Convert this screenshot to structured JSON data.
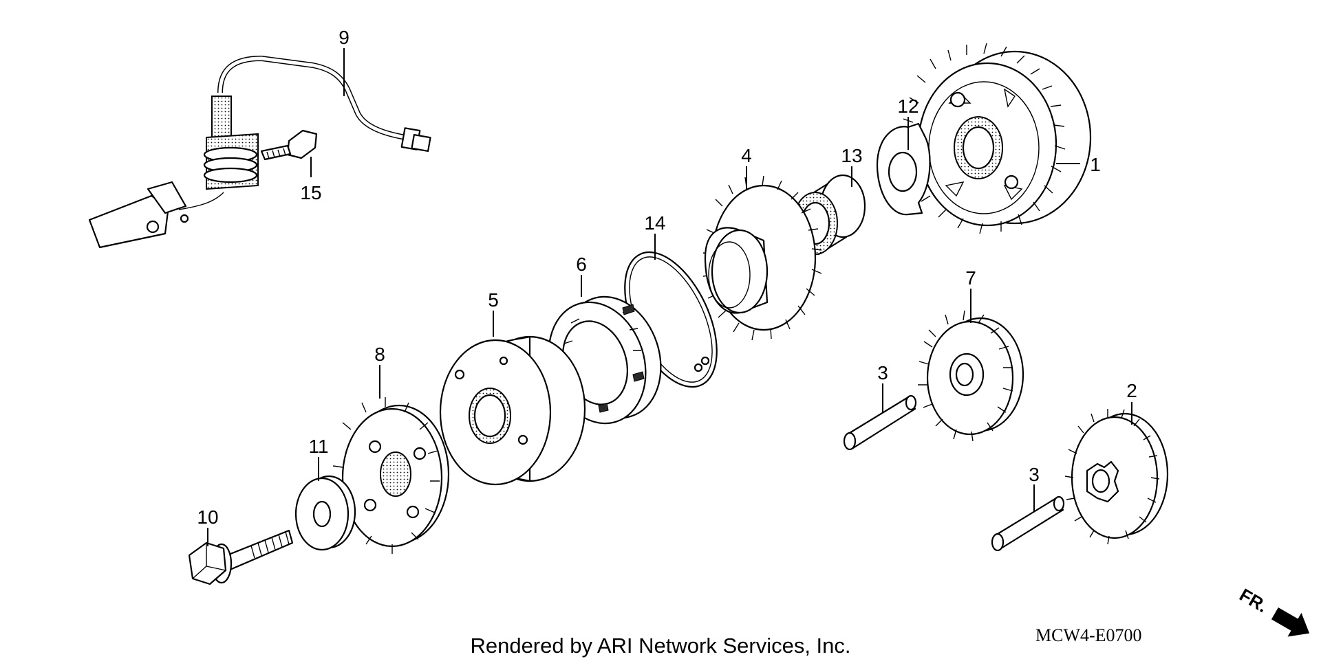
{
  "diagram": {
    "callouts": [
      "1",
      "2",
      "3",
      "3",
      "4",
      "5",
      "6",
      "7",
      "8",
      "9",
      "10",
      "11",
      "12",
      "13",
      "14",
      "15"
    ],
    "drawing_code": "MCW4-E0700",
    "front_marker": "FR.",
    "footer": "Rendered by ARI Network Services, Inc."
  }
}
